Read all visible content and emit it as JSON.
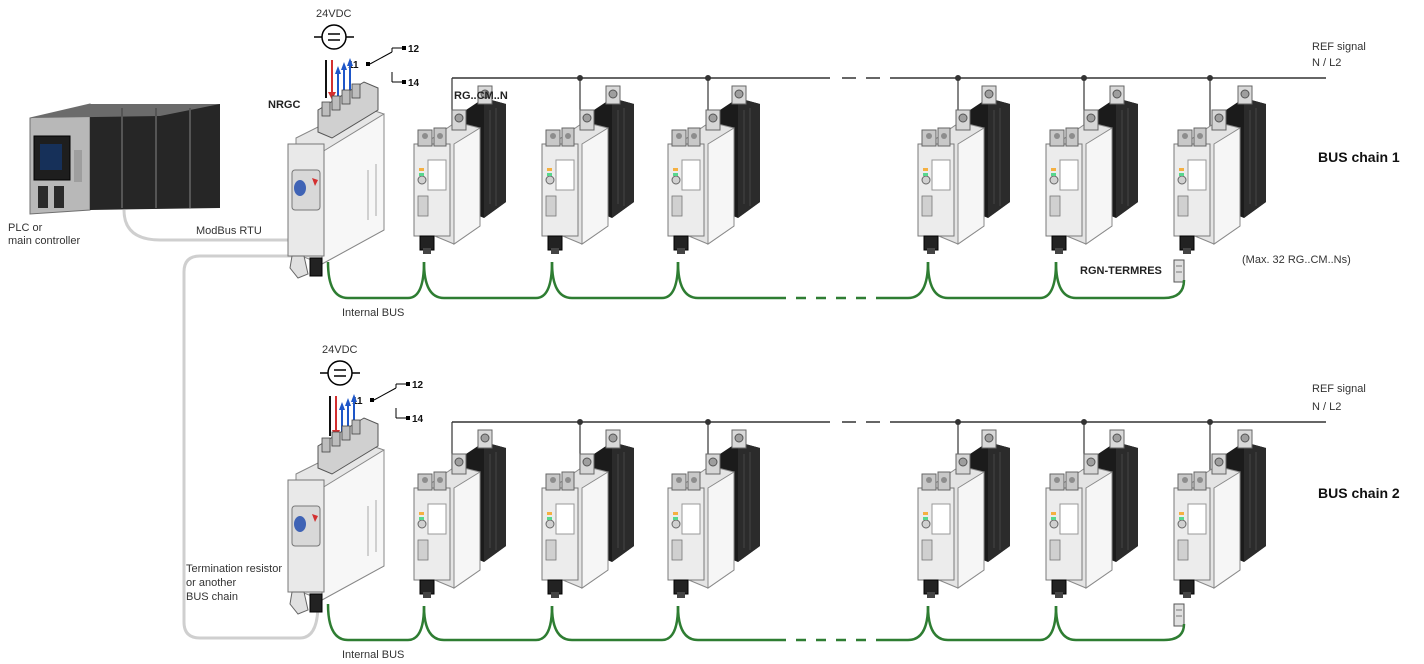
{
  "chains": [
    {
      "title": "BUS chain 1",
      "supply": "24VDC",
      "relay": {
        "common": "11",
        "nc": "12",
        "no": "14"
      },
      "gateway_label": "NRGC",
      "module_label": "RG..CM..N",
      "ref_signal": "REF signal",
      "ref_line": "N / L2",
      "termination_label": "RGN-TERMRES",
      "max_note": "(Max. 32 RG..CM..Ns)",
      "internal_bus": "Internal BUS"
    },
    {
      "title": "BUS chain 2",
      "supply": "24VDC",
      "relay": {
        "common": "11",
        "nc": "12",
        "no": "14"
      },
      "ref_signal": "REF signal",
      "ref_line": "N / L2",
      "internal_bus": "Internal BUS"
    }
  ],
  "plc": {
    "line1": "PLC or",
    "line2": "main controller"
  },
  "modbus_label": "ModBus RTU",
  "termination_note": {
    "line1": "Termination resistor",
    "line2": "or another",
    "line3": "BUS chain"
  },
  "colors": {
    "bus_green": "#2e7d32",
    "ref_line": "#333333",
    "wire_red": "#d32f2f",
    "wire_blue": "#1e56c8",
    "cable_grey": "#cfcfcf"
  }
}
